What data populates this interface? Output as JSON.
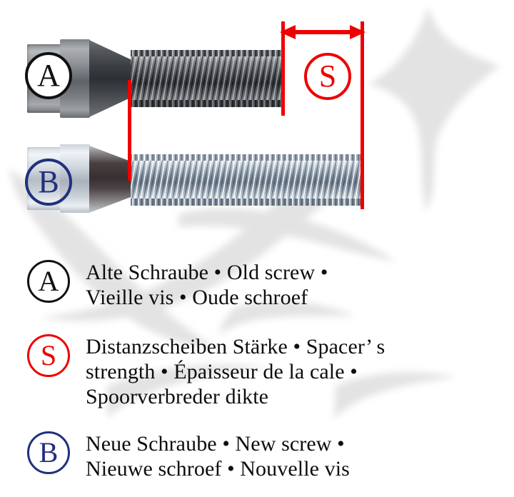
{
  "diagram": {
    "markers": {
      "bolt_a_label": "A",
      "bolt_b_label": "B",
      "spacer_label": "S"
    },
    "icons": {
      "arrow": "double-headed-horizontal-arrow",
      "watermark": "decorative-swoosh-watermark"
    }
  },
  "colors": {
    "annotation_red": "#ee0000",
    "label_black": "#111111",
    "label_blue": "#21307e",
    "background": "#ffffff",
    "watermark_gray": "#e2e2e2"
  },
  "legend": {
    "rows": [
      {
        "badge": "A",
        "badge_color": "#111111",
        "lines": [
          "Alte Schraube • Old screw •",
          "Vieille vis • Oude schroef"
        ]
      },
      {
        "badge": "S",
        "badge_color": "#ee0000",
        "lines": [
          "Distanzscheiben Stärke • Spacer’ s",
          "strength • Épaisseur de la cale •",
          "Spoorverbreder dikte"
        ]
      },
      {
        "badge": "B",
        "badge_color": "#21307e",
        "lines": [
          "Neue Schraube • New screw •",
          "Nieuwe schroef • Nouvelle vis"
        ]
      }
    ]
  }
}
